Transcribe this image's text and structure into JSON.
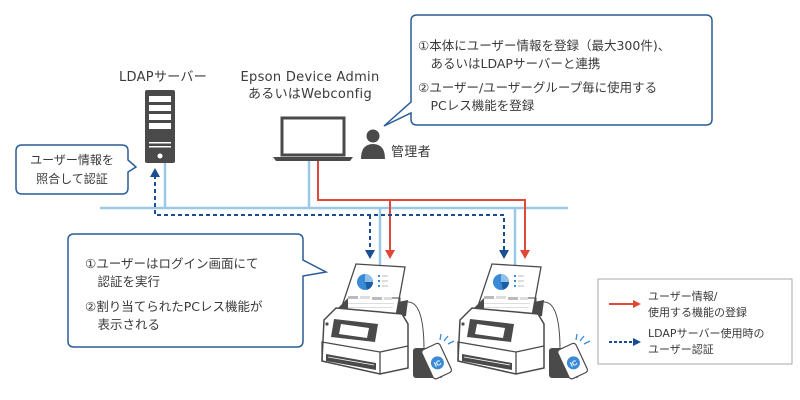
{
  "labels": {
    "ldap_server": "LDAPサーバー",
    "admin_tool_line1": "Epson Device Admin",
    "admin_tool_line2": "あるいはWebconfig",
    "administrator": "管理者"
  },
  "callouts": {
    "admin": {
      "item1_line1": "①本体にユーザー情報を登録（最大300件)、",
      "item1_line2": "　あるいはLDAPサーバーと連携",
      "item2_line1": "②ユーザー/ユーザーグループ毎に使用する",
      "item2_line2": "　PCレス機能を登録"
    },
    "ldap": {
      "line1": "ユーザー情報を",
      "line2": "照合して認証"
    },
    "user": {
      "item1_line1": "①ユーザーはログイン画面にて",
      "item1_line2": "　認証を実行",
      "item2_line1": "②割り当てられたPCレス機能が",
      "item2_line2": "　表示される"
    }
  },
  "legend": {
    "items": [
      {
        "line1": "ユーザー情報/",
        "line2": "使用する機能の登録",
        "style": "solid-arrow",
        "color": "#e0483a"
      },
      {
        "line1": "LDAPサーバー使用時の",
        "line2": "ユーザー認証",
        "style": "dashed-arrow",
        "color": "#1a4e94"
      }
    ]
  },
  "devices": [
    {
      "type": "scanner",
      "card_reader_label": "IC"
    },
    {
      "type": "scanner",
      "card_reader_label": "IC"
    }
  ],
  "colors": {
    "network_line": "#9cc8e8",
    "registration_arrow": "#e0483a",
    "auth_arrow": "#1a4e94",
    "callout_border": "#2a5c98",
    "device_dark": "#4a4a4a",
    "chart_blue": "#3a8ad6"
  }
}
